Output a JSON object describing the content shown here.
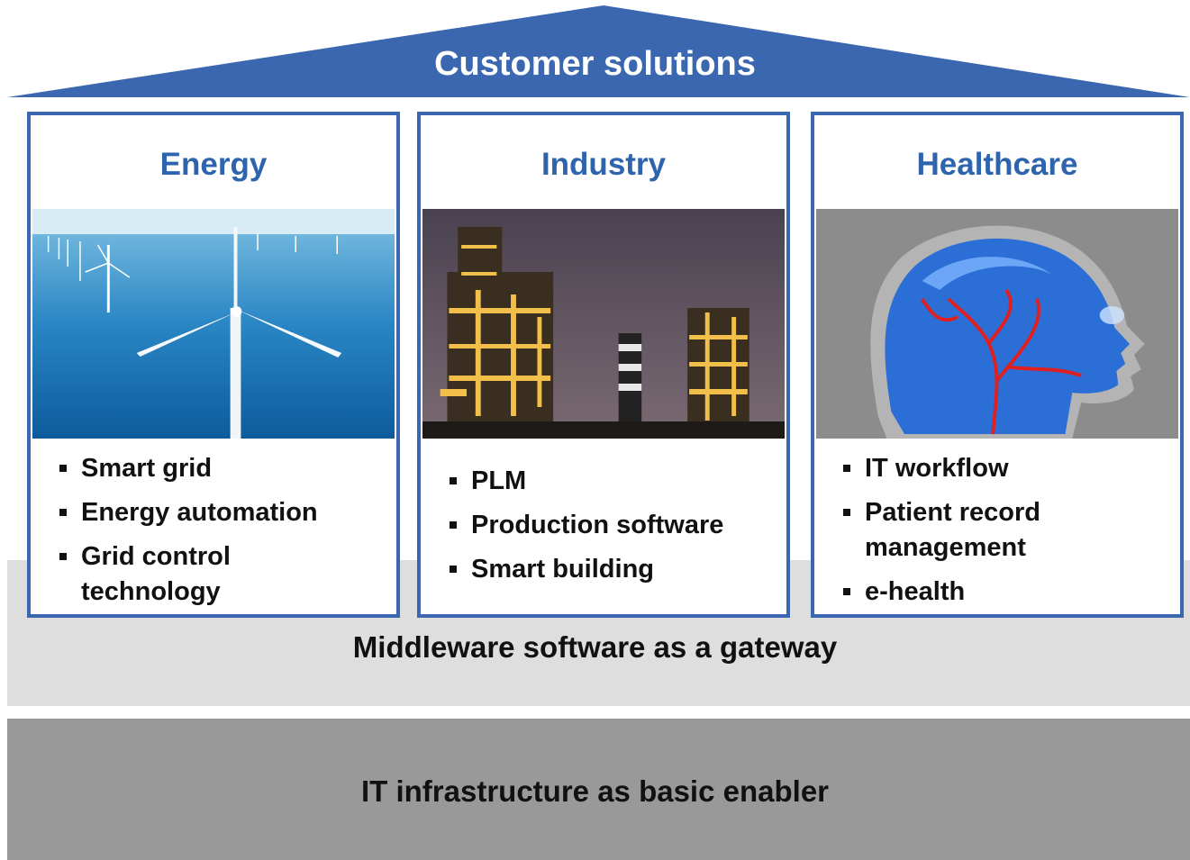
{
  "roof": {
    "title": "Customer solutions"
  },
  "pillars": [
    {
      "title": "Energy",
      "image": "offshore-wind-farm",
      "items": [
        "Smart grid",
        "Energy automation",
        "Grid control technology"
      ]
    },
    {
      "title": "Industry",
      "image": "industrial-plant-at-night",
      "items": [
        "PLM",
        "Production software",
        "Smart building"
      ]
    },
    {
      "title": "Healthcare",
      "image": "medical-head-scan",
      "items": [
        "IT workflow",
        "Patient record management",
        "e-health"
      ]
    }
  ],
  "middleware": {
    "label": "Middleware software as a gateway"
  },
  "infrastructure": {
    "label": "IT infrastructure as basic enabler"
  },
  "colors": {
    "roof": "#3a67b0",
    "pillar_border": "#3a67b0",
    "pillar_title": "#2e63ae",
    "middleware": "#dedede",
    "infrastructure": "#999999"
  }
}
